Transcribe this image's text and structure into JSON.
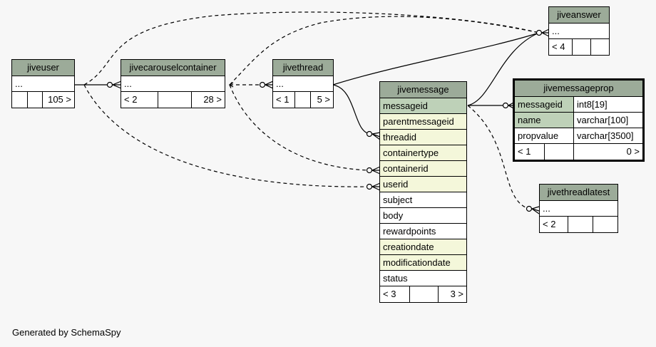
{
  "footer": "Generated by SchemaSpy",
  "tables": {
    "jiveuser": {
      "name": "jiveuser",
      "ellipsis": "...",
      "parents": "",
      "mid": "",
      "children": "105 >"
    },
    "jivecarouselcontainer": {
      "name": "jivecarouselcontainer",
      "ellipsis": "...",
      "parents": "< 2",
      "mid": "",
      "children": "28 >"
    },
    "jivethread": {
      "name": "jivethread",
      "ellipsis": "...",
      "parents": "< 1",
      "mid": "",
      "children": "5 >"
    },
    "jiveanswer": {
      "name": "jiveanswer",
      "ellipsis": "...",
      "parents": "< 4",
      "mid": "",
      "children": ""
    },
    "jivemessage": {
      "name": "jivemessage",
      "columns": [
        "messageid",
        "parentmessageid",
        "threadid",
        "containertype",
        "containerid",
        "userid",
        "subject",
        "body",
        "rewardpoints",
        "creationdate",
        "modificationdate",
        "status"
      ],
      "parents": "< 3",
      "mid": "",
      "children": "3 >"
    },
    "jivemessageprop": {
      "name": "jivemessageprop",
      "columns": [
        {
          "name": "messageid",
          "type": "int8[19]"
        },
        {
          "name": "name",
          "type": "varchar[100]"
        },
        {
          "name": "propvalue",
          "type": "varchar[3500]"
        }
      ],
      "parents": "< 1",
      "mid": "",
      "children": "0 >"
    },
    "jivethreadlatest": {
      "name": "jivethreadlatest",
      "ellipsis": "...",
      "parents": "< 2",
      "mid": "",
      "children": ""
    }
  }
}
